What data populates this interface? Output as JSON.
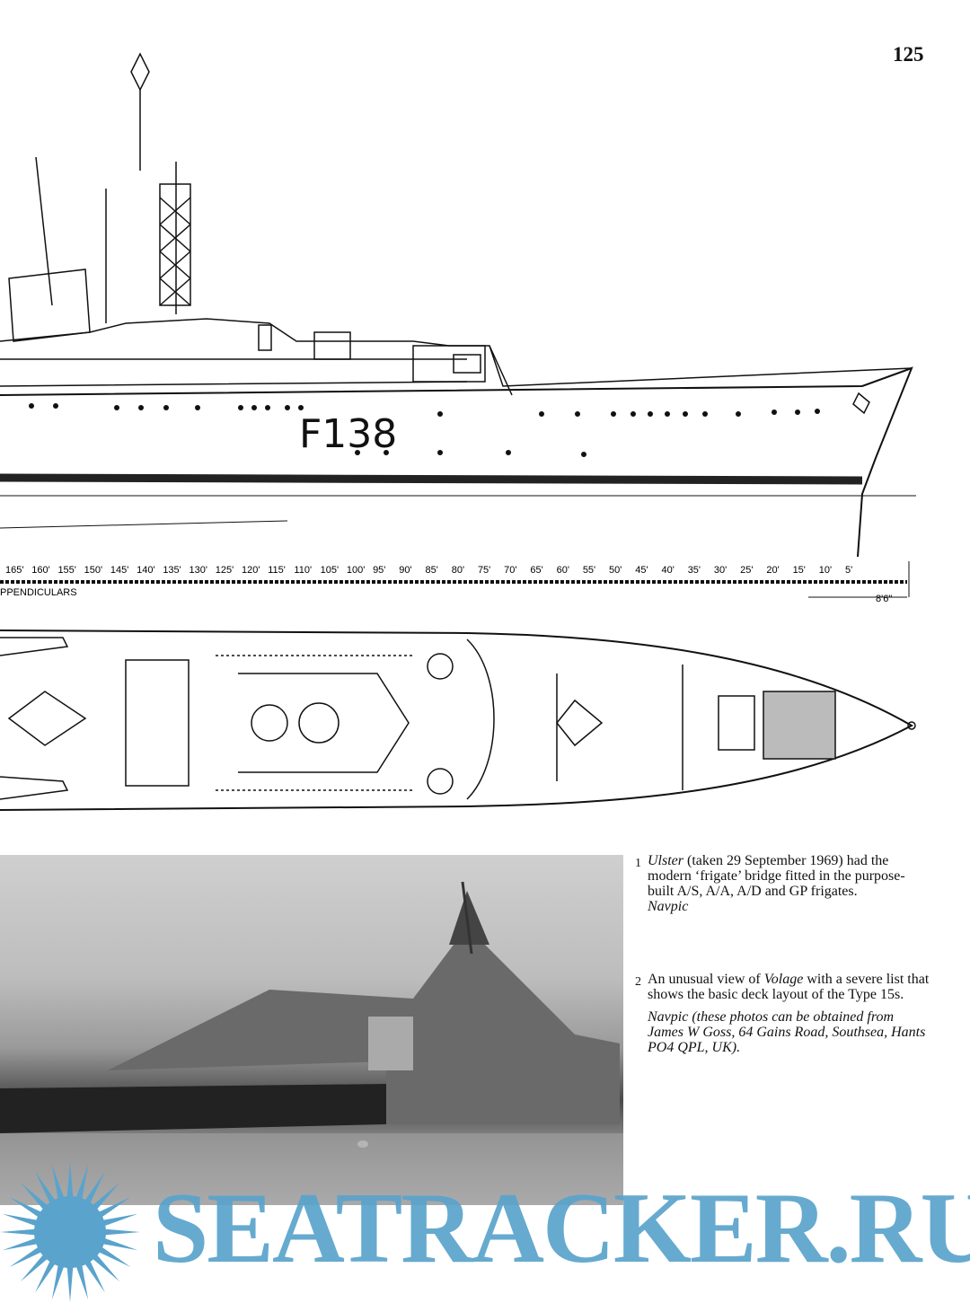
{
  "page_number": "125",
  "drawing": {
    "pennant_number": "F138",
    "perpendiculars_label": "PPENDICULARS",
    "dimension_label": "8'6\"",
    "scale_labels": [
      "165'",
      "160'",
      "155'",
      "150'",
      "145'",
      "140'",
      "135'",
      "130'",
      "125'",
      "120'",
      "115'",
      "110'",
      "105'",
      "100'",
      "95'",
      "90'",
      "85'",
      "80'",
      "75'",
      "70'",
      "65'",
      "60'",
      "55'",
      "50'",
      "45'",
      "40'",
      "35'",
      "30'",
      "25'",
      "20'",
      "15'",
      "10'",
      "5'"
    ]
  },
  "captions": [
    {
      "number": "1",
      "italic_lead": "Ulster",
      "text": " (taken 29 September 1969) had the modern ‘frigate’ bridge fitted in the purpose-built A/S, A/A, A/D and GP frigates.",
      "credit": "Navpic"
    },
    {
      "number": "2",
      "text_before": "An unusual view of ",
      "italic_name": "Volage",
      "text_after": " with a severe list that shows the basic deck layout of the Type 15s.",
      "credit": "Navpic (these photos can be obtained from James W Goss, 64 Gains Road, Southsea, Hants PO4 QPL, UK)."
    }
  ],
  "watermark": {
    "text": "SEATRACKER.RU",
    "color": "#5aa3cc"
  }
}
